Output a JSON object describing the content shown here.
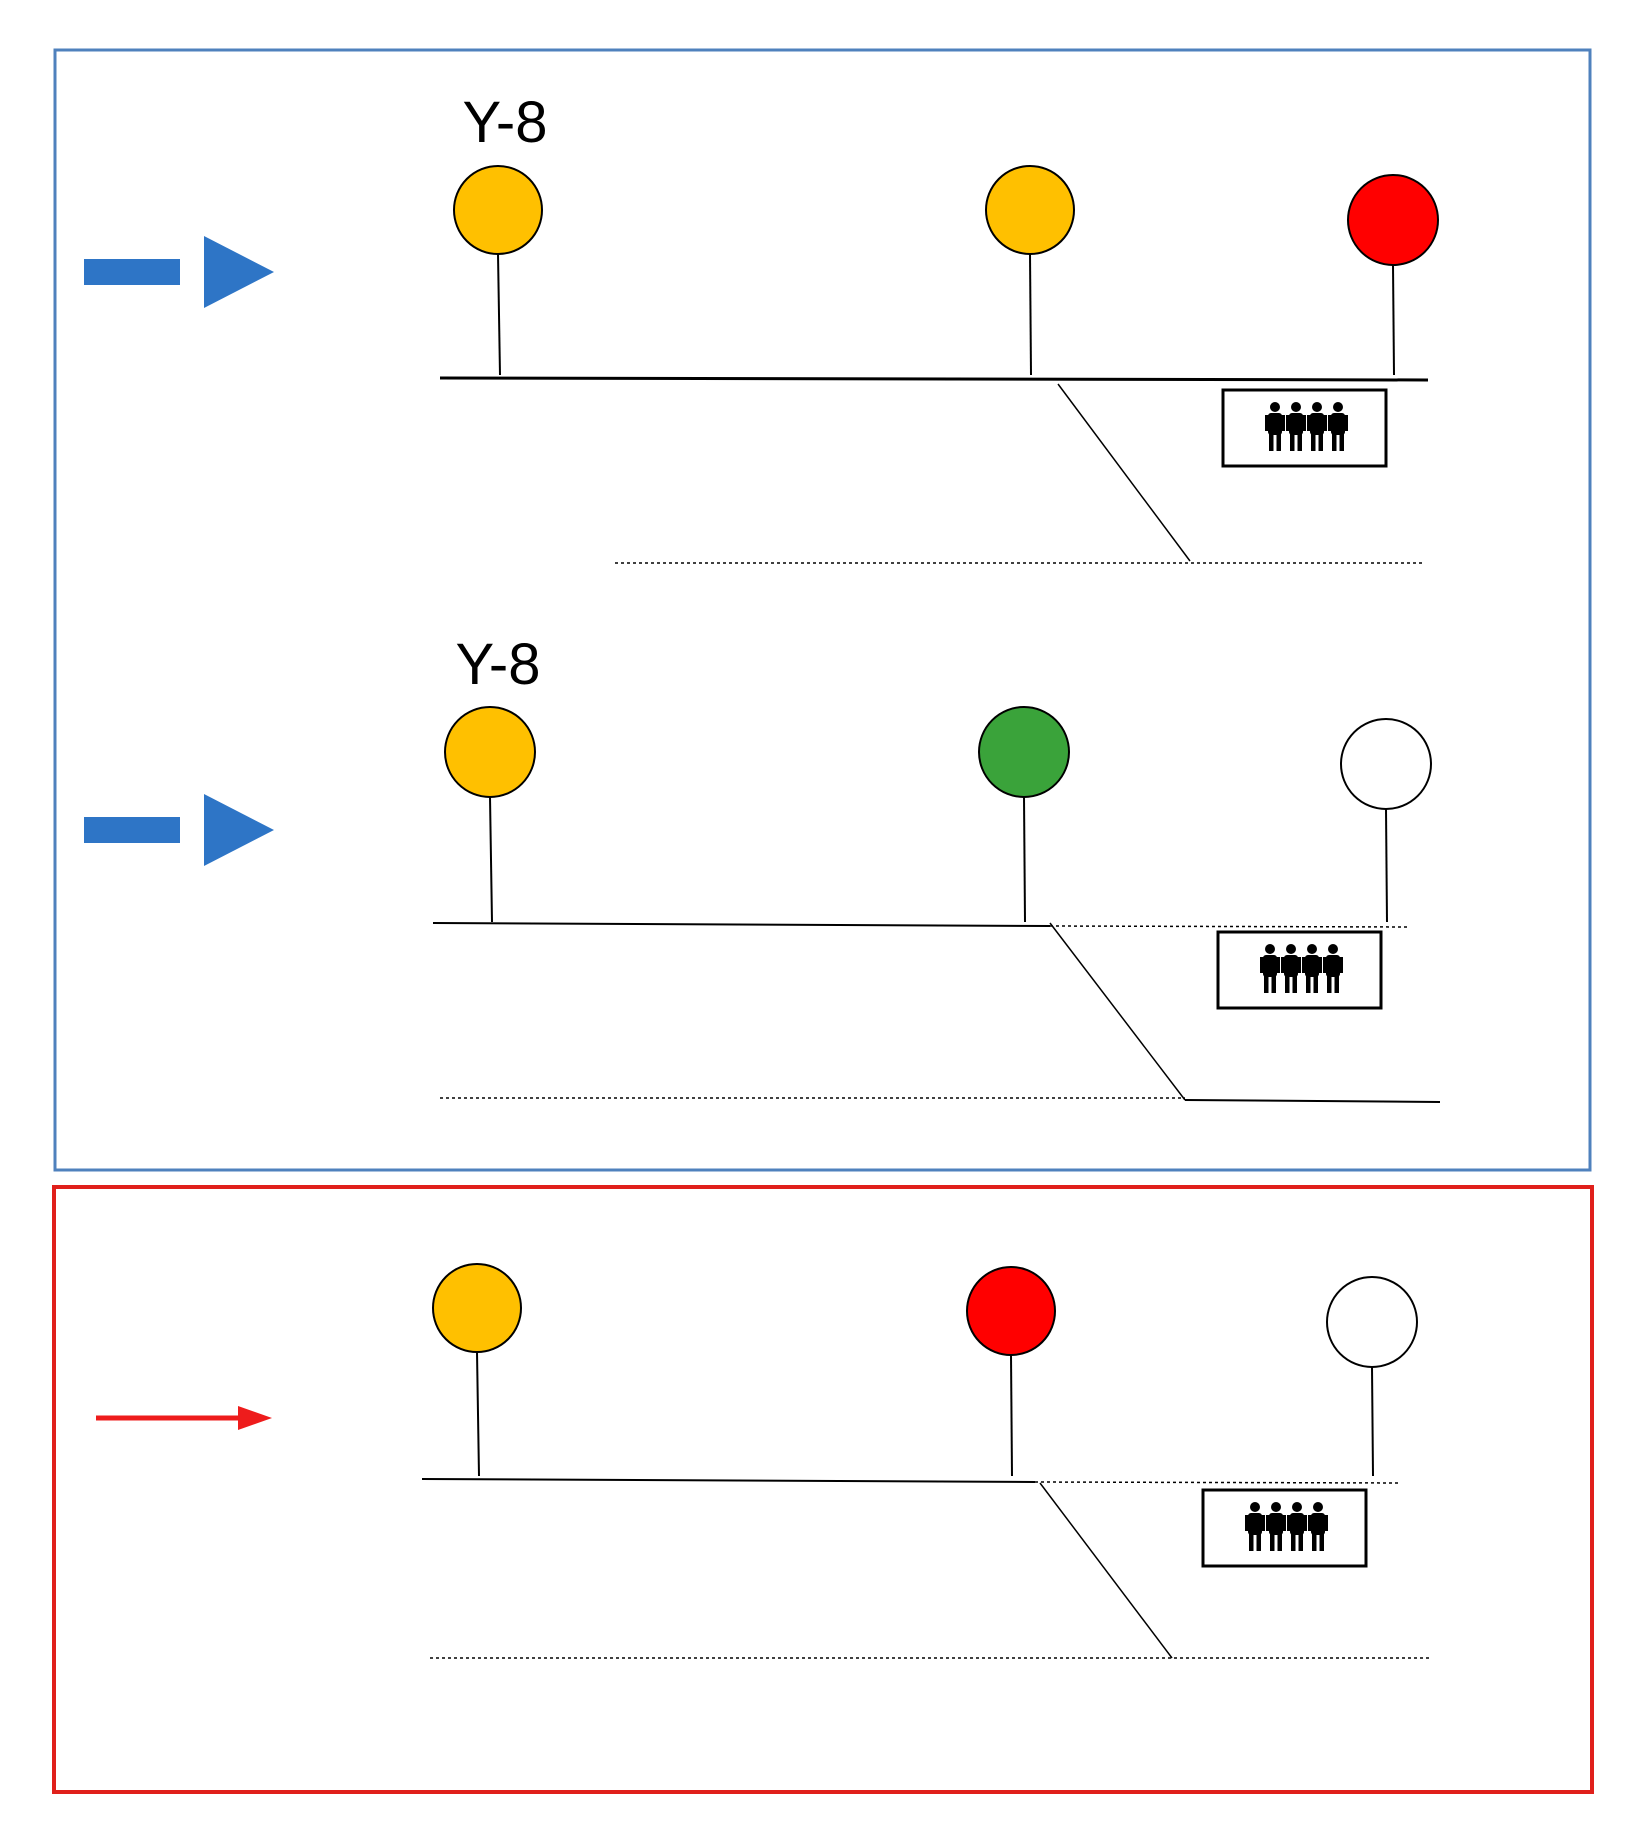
{
  "colors": {
    "blue_frame": "#4F81BD",
    "blue_arrow": "#2E75C6",
    "red_frame": "#E0201B",
    "red_arrow": "#EE1C1C",
    "signal_yellow": "#FFC000",
    "signal_green": "#3AA33A",
    "signal_red": "#FF0000",
    "signal_dark": "#FFFFFF",
    "line": "#000000"
  },
  "panels": [
    {
      "group": "blue",
      "arrow": "blue-thick",
      "signals": [
        {
          "label": "Y-8",
          "aspect": "yellow"
        },
        {
          "label": "",
          "aspect": "yellow"
        },
        {
          "label": "",
          "aspect": "red"
        }
      ],
      "platform_icon": "passengers-icon"
    },
    {
      "group": "blue",
      "arrow": "blue-thick",
      "signals": [
        {
          "label": "Y-8",
          "aspect": "yellow"
        },
        {
          "label": "",
          "aspect": "green"
        },
        {
          "label": "",
          "aspect": "dark"
        }
      ],
      "platform_icon": "passengers-icon"
    },
    {
      "group": "red",
      "arrow": "red-thin",
      "signals": [
        {
          "label": "",
          "aspect": "yellow"
        },
        {
          "label": "",
          "aspect": "red"
        },
        {
          "label": "",
          "aspect": "dark"
        }
      ],
      "platform_icon": "passengers-icon"
    }
  ]
}
